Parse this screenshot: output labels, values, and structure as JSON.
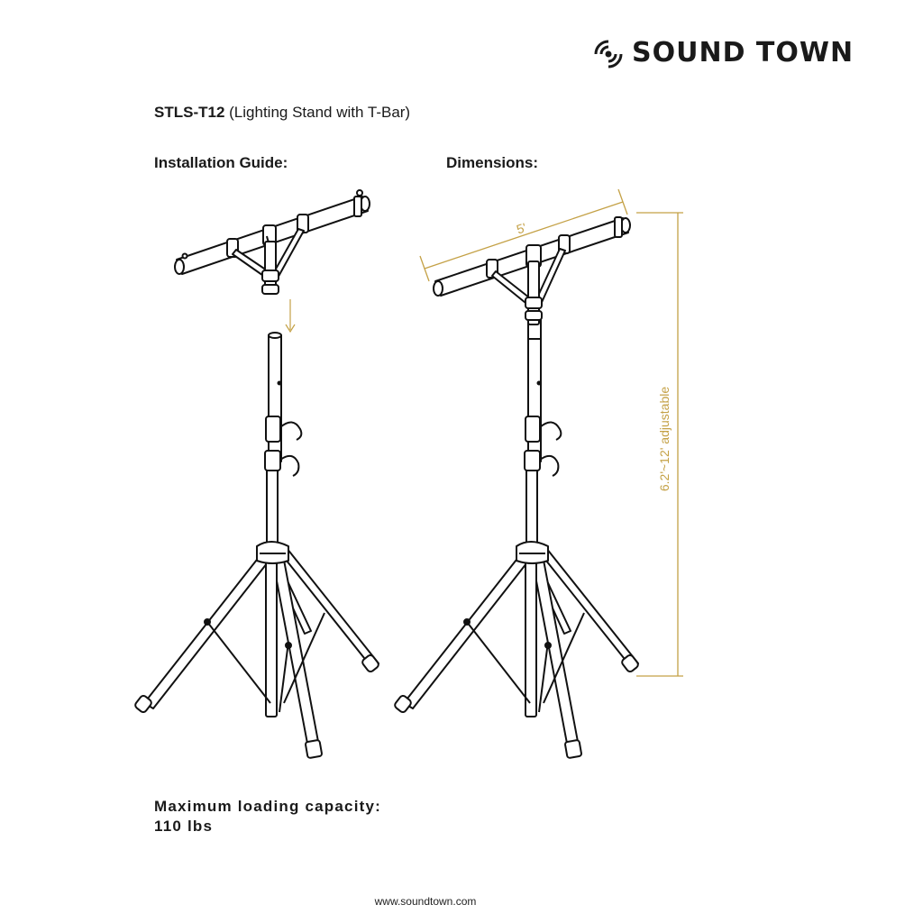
{
  "brand": {
    "name": "SOUND TOWN",
    "logo_icon": "sound-waves-logo-icon"
  },
  "product": {
    "code": "STLS-T12",
    "description": "(Lighting Stand with T-Bar)"
  },
  "sections": {
    "installation": "Installation Guide:",
    "dimensions": "Dimensions:"
  },
  "dimensions": {
    "width_label": "5'",
    "height_label": "6.2'~12' adjustable"
  },
  "capacity": {
    "label": "Maximum loading capacity:",
    "value": "110 lbs"
  },
  "footer": {
    "website": "www.soundtown.com"
  },
  "colors": {
    "text": "#1a1a1a",
    "dimension": "#c4a146",
    "line": "#111111"
  }
}
